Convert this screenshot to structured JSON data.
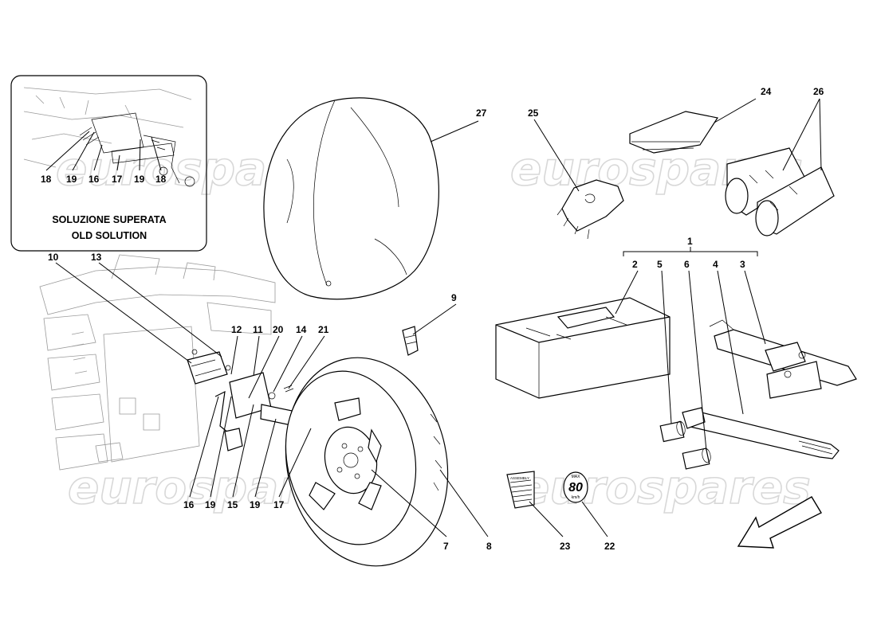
{
  "watermark": "eurospares",
  "inset": {
    "caption_it": "SOLUZIONE SUPERATA",
    "caption_en": "OLD SOLUTION",
    "callouts": [
      "18",
      "19",
      "16",
      "17",
      "19",
      "18"
    ]
  },
  "callouts": {
    "c1": "1",
    "c2": "2",
    "c3": "3",
    "c4": "4",
    "c5": "5",
    "c6": "6",
    "c7": "7",
    "c8": "8",
    "c9": "9",
    "c10": "10",
    "c11": "11",
    "c12": "12",
    "c13": "13",
    "c14": "14",
    "c15": "15",
    "c16": "16",
    "c17": "17",
    "c19a": "19",
    "c19b": "19",
    "c20": "20",
    "c21": "21",
    "c22": "22",
    "c23": "23",
    "c24": "24",
    "c25": "25",
    "c26": "26",
    "c27": "27"
  },
  "speed_badge": {
    "top": "MAX",
    "value": "80",
    "bottom": "km/h"
  },
  "label_card": "ASSEMBLY"
}
